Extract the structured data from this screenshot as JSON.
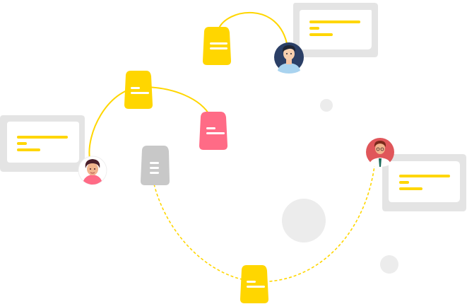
{
  "colors": {
    "background": "#ffffff",
    "accent_yellow": "#ffd600",
    "doc_pink": "#ff6b86",
    "doc_gray": "#c8c8c8",
    "card_fill": "#e4e4e4",
    "circle_gray": "#ececec",
    "avatar_navy": "#2b3f66",
    "avatar_red": "#e0565a"
  },
  "diagram": {
    "type": "document-sharing-network",
    "connectors": [
      {
        "name": "arc-top-yellow",
        "style": "solid",
        "color": "accent_yellow"
      },
      {
        "name": "arc-left-yellow",
        "style": "solid",
        "color": "accent_yellow"
      },
      {
        "name": "arc-bottom-dashed",
        "style": "dashed",
        "color": "accent_yellow"
      }
    ],
    "documents": [
      {
        "name": "doc-top-yellow",
        "color": "accent_yellow"
      },
      {
        "name": "doc-mid-yellow",
        "color": "accent_yellow"
      },
      {
        "name": "doc-pink",
        "color": "doc_pink"
      },
      {
        "name": "doc-gray",
        "color": "doc_gray"
      },
      {
        "name": "doc-bottom-yellow",
        "color": "accent_yellow"
      }
    ],
    "message_cards": [
      {
        "name": "card-top-right",
        "lines": 3
      },
      {
        "name": "card-left",
        "lines": 3
      },
      {
        "name": "card-right",
        "lines": 3
      }
    ],
    "avatars": [
      {
        "name": "avatar-man-blue",
        "icon": "man-avatar-icon"
      },
      {
        "name": "avatar-woman-left",
        "icon": "woman-avatar-icon"
      },
      {
        "name": "avatar-man-red",
        "icon": "man-glasses-avatar-icon"
      }
    ]
  }
}
